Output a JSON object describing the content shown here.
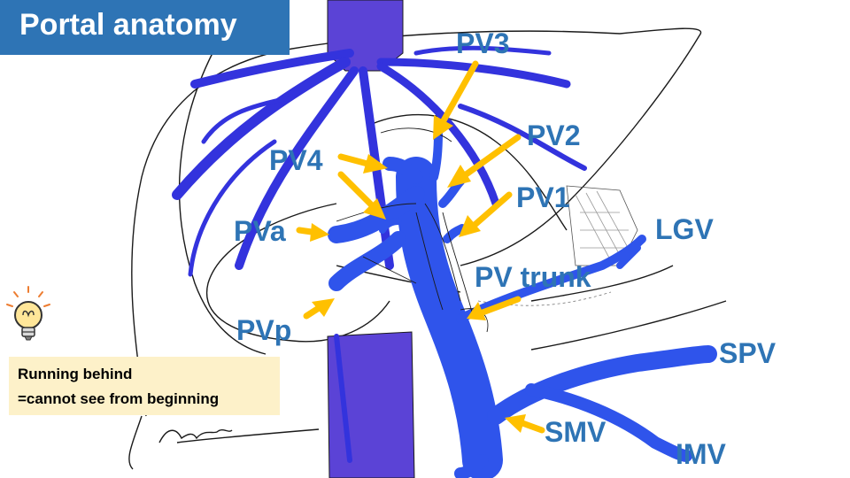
{
  "title": "Portal anatomy",
  "colors": {
    "title_bg": "#2e74b5",
    "label": "#2e74b5",
    "arrow": "#ffc000",
    "vein": "#3333dd",
    "portal_vein": "#2f54eb",
    "ivc": "#5b43d6",
    "note_bg": "#fdf1c9"
  },
  "labels": {
    "pv3": "PV3",
    "pv2": "PV2",
    "pv4": "PV4",
    "pv1": "PV1",
    "pva": "PVa",
    "lgv": "LGV",
    "pv_trunk": "PV trunk",
    "pvp": "PVp",
    "spv": "SPV",
    "smv": "SMV",
    "imv": "IMV"
  },
  "note": {
    "line1": "Running behind",
    "line2": "=cannot see from beginning",
    "icon": "lightbulb-icon"
  }
}
